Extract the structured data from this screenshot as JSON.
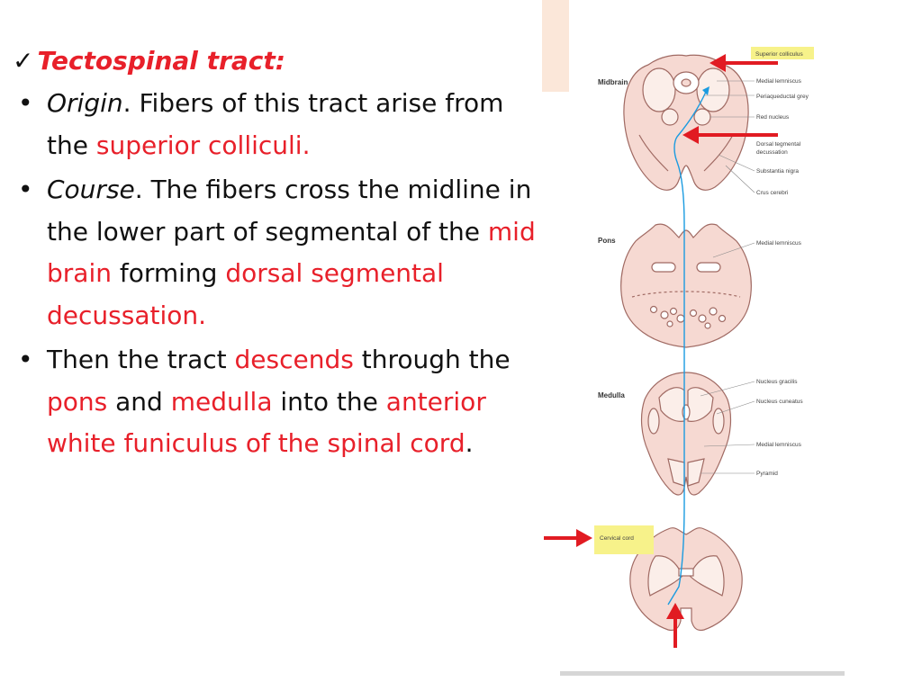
{
  "heading": {
    "check": "✓",
    "title": "Tectospinal tract:"
  },
  "bullets": [
    {
      "dot": "•",
      "parts": [
        {
          "text": "Origin",
          "italic": true
        },
        {
          "text": ". Fibers of this tract arise from the "
        },
        {
          "text": "superior colliculi.",
          "red": true
        }
      ]
    },
    {
      "dot": "•",
      "parts": [
        {
          "text": "Course",
          "italic": true
        },
        {
          "text": ". The fibers cross the midline in the lower part of segmental of the "
        },
        {
          "text": "mid brain",
          "red": true
        },
        {
          "text": " forming "
        },
        {
          "text": "dorsal segmental decussation.",
          "red": true
        }
      ]
    },
    {
      "dot": "•",
      "parts": [
        {
          "text": "Then the tract "
        },
        {
          "text": "descends",
          "red": true
        },
        {
          "text": " through the "
        },
        {
          "text": "pons",
          "red": true
        },
        {
          "text": " and "
        },
        {
          "text": "medulla",
          "red": true
        },
        {
          "text": " into the "
        },
        {
          "text": "anterior white funiculus of the spinal cord",
          "red": true
        },
        {
          "text": "."
        }
      ]
    }
  ],
  "figure": {
    "sections": {
      "midbrain": "Midbrain",
      "pons": "Pons",
      "medulla": "Medulla"
    },
    "labels": {
      "superior_colliculus": "Superior colliculus",
      "medial_lemniscus": "Medial lemniscus",
      "periaqueductal_grey": "Periaqueductal grey",
      "red_nucleus": "Red nucleus",
      "dorsal_tegmental_decussation_1": "Dorsal tegmental",
      "dorsal_tegmental_decussation_2": "decussation",
      "substantia_nigra": "Substantia nigra",
      "crus_cerebri": "Crus cerebri",
      "pons_medial_lemniscus": "Medial lemniscus",
      "nucleus_gracilis": "Nucleus gracilis",
      "nucleus_cuneatus": "Nucleus cuneatus",
      "medulla_medial_lemniscus": "Medial lemniscus",
      "pyramid": "Pyramid",
      "cervical_cord": "Cervical cord"
    },
    "colors": {
      "tissue": "#f6d9d2",
      "outline": "#a06a63",
      "tract": "#1a9be0",
      "arrow": "#e11b22",
      "highlight": "#f7f28a"
    }
  }
}
